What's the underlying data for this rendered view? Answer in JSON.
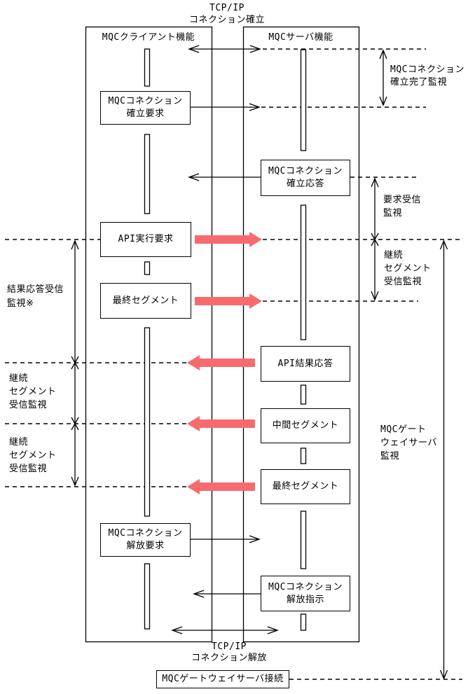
{
  "diagram": {
    "title_top": "TCP/IP\nコネクション確立",
    "title_bottom": "TCP/IP\nコネクション解放",
    "lanes": {
      "client": "MQCクライアント機能",
      "server": "MQCサーバ機能"
    },
    "boxes": {
      "client": [
        {
          "label": "MQCコネクション\n確立要求"
        },
        {
          "label": "API実行要求"
        },
        {
          "label": "最終セグメント"
        },
        {
          "label": "MQCコネクション\n解放要求"
        }
      ],
      "server": [
        {
          "label": "MQCコネクション\n確立応答"
        },
        {
          "label": "API結果応答"
        },
        {
          "label": "中間セグメント"
        },
        {
          "label": "最終セグメント"
        },
        {
          "label": "MQCコネクション\n解放指示"
        }
      ],
      "footer": {
        "label": "MQCゲートウェイサーバ接続"
      }
    },
    "annotations": {
      "left": [
        {
          "label": "結果応答受信\n監視※"
        },
        {
          "label": "継続\nセグメント\n受信監視"
        },
        {
          "label": "継続\nセグメント\n受信監視"
        }
      ],
      "right": [
        {
          "label": "MQCコネクション\n確立完了監視"
        },
        {
          "label": "要求受信\n監視"
        },
        {
          "label": "継続\nセグメント\n受信監視"
        },
        {
          "label": "MQCゲート\nウェイサーバ\n監視"
        }
      ]
    },
    "colors": {
      "segment_arrow": "#F76B6F",
      "line": "#000000",
      "background": "#FFFFFF"
    }
  }
}
